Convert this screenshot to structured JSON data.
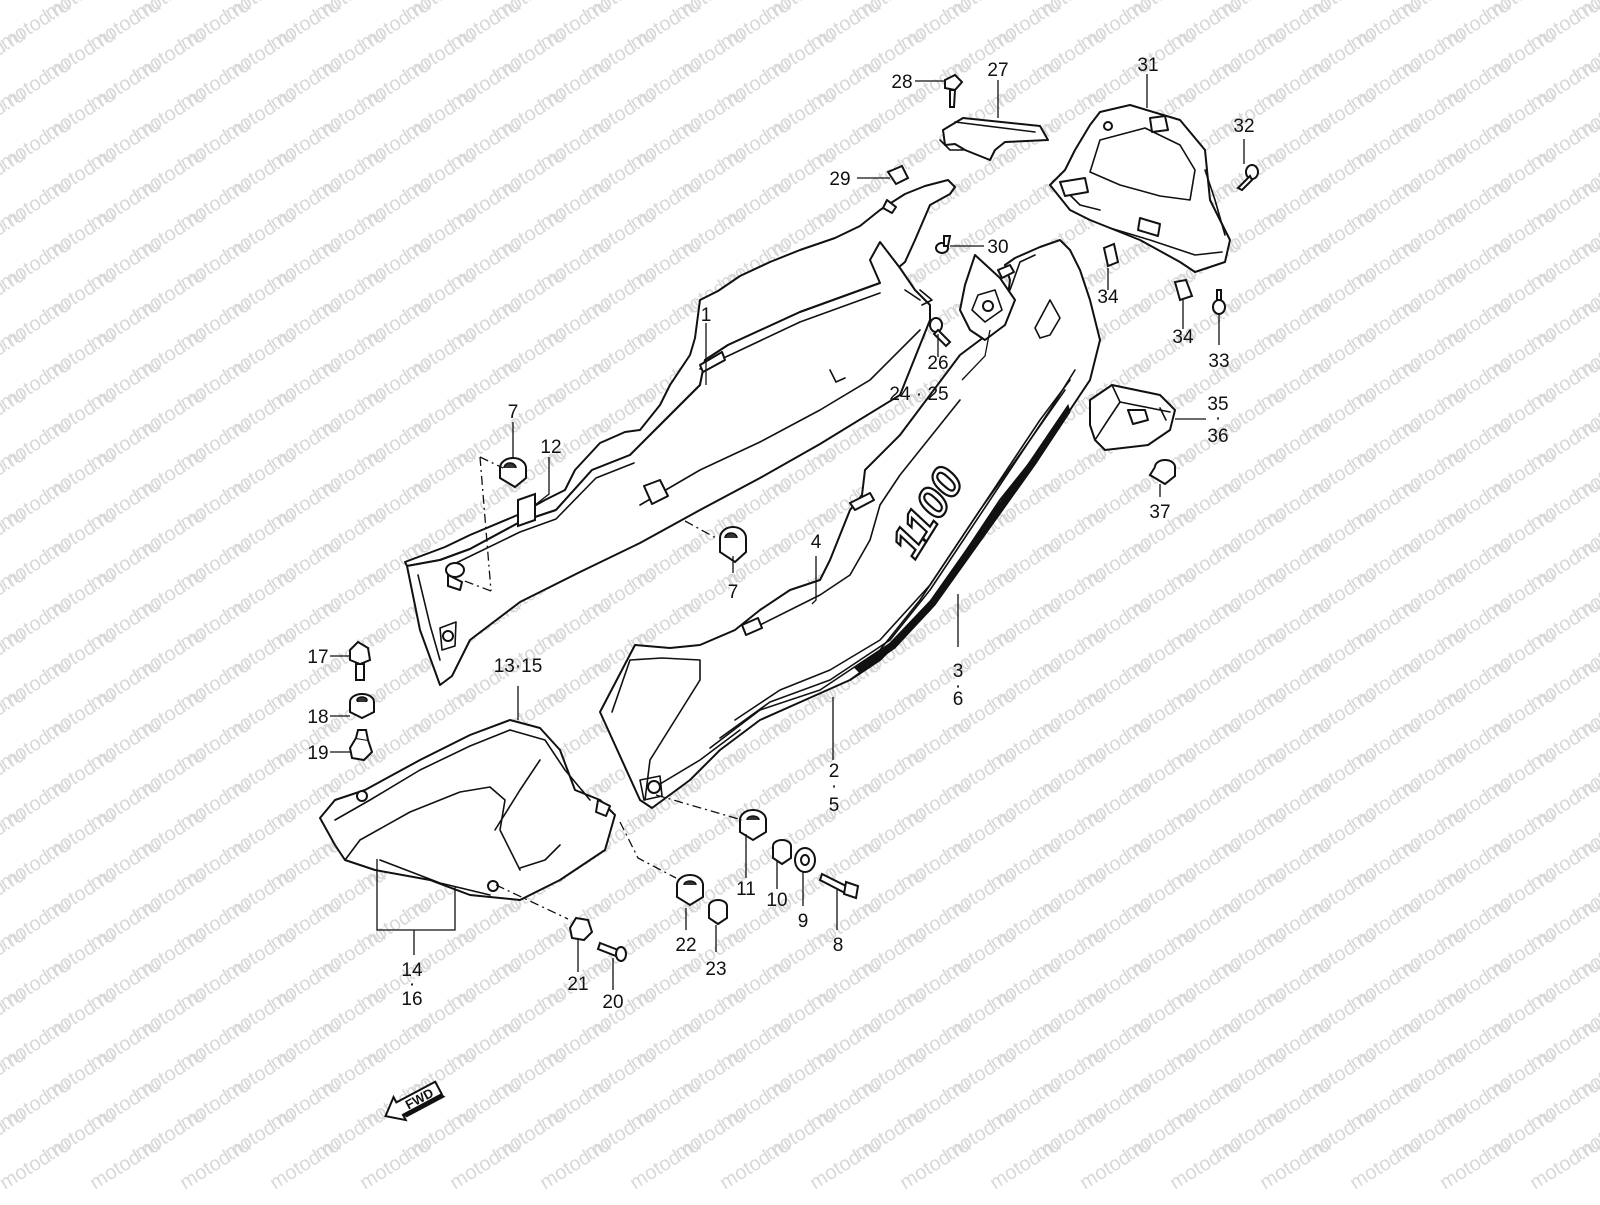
{
  "watermark": {
    "text": "motod.ru"
  },
  "fwd_label": "FWD",
  "callouts": {
    "c1": "1",
    "c2_5": [
      "2",
      "·",
      "5"
    ],
    "c3_6": [
      "3",
      "·",
      "6"
    ],
    "c4": "4",
    "c7a": "7",
    "c7b": "7",
    "c8": "8",
    "c9": "9",
    "c10": "10",
    "c11": "11",
    "c12": "12",
    "c13_15": "13·15",
    "c14_16": [
      "14",
      "·",
      "16"
    ],
    "c17": "17",
    "c18": "18",
    "c19": "19",
    "c20": "20",
    "c21": "21",
    "c22": "22",
    "c23": "23",
    "c24_25": "24 · 25",
    "c26": "26",
    "c27": "27",
    "c28": "28",
    "c29": "29",
    "c30": "30",
    "c31": "31",
    "c32": "32",
    "c33": "33",
    "c34a": "34",
    "c34b": "34",
    "c35_36": [
      "35",
      "·",
      "36"
    ],
    "c37": "37"
  },
  "emblem_text": "1100"
}
